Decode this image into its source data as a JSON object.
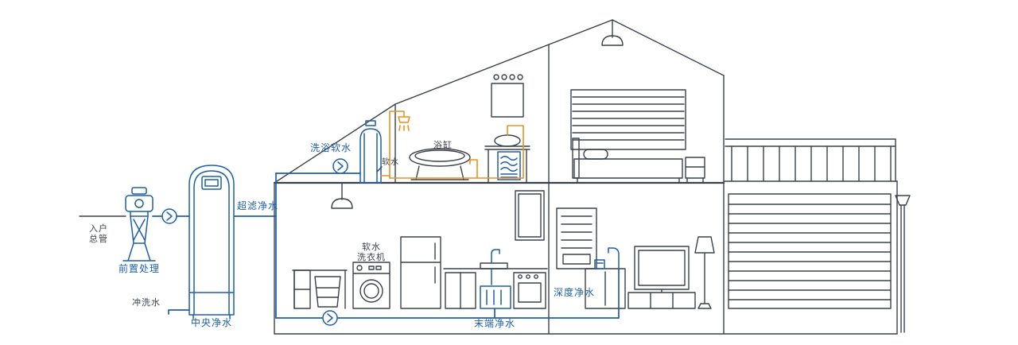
{
  "colors": {
    "line": "#3b414b",
    "blue": "#1e5fa9",
    "orange": "#e8921f",
    "bg": "#ffffff"
  },
  "labels": {
    "inlet_line1": "入户",
    "inlet_line2": "总管",
    "pre_treatment": "前置处理",
    "central_purifier": "中央净水",
    "flush_water": "冲洗水",
    "ultrafiltration": "超滤净水",
    "bath_softener": "洗浴软水",
    "soft_water": "软水",
    "bathtub": "浴缸",
    "washer_line1": "软水",
    "washer_line2": "洗衣机",
    "terminal_purifier": "末端净水",
    "deep_purifier": "深度净水"
  }
}
